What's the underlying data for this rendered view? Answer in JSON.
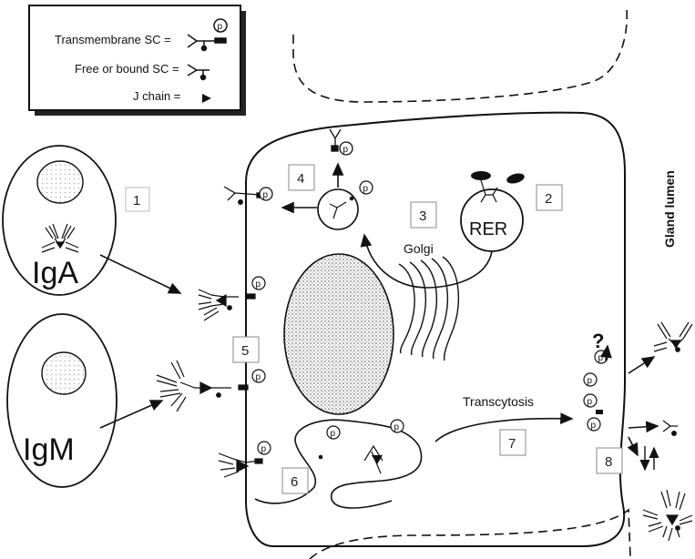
{
  "legend": {
    "transmembrane_sc": "Transmembrane SC =",
    "free_or_bound_sc": "Free or bound SC =",
    "j_chain": "J chain ="
  },
  "cells": {
    "iga": "IgA",
    "igm": "IgM"
  },
  "organelles": {
    "rer": "RER",
    "golgi": "Golgi"
  },
  "labels": {
    "gland_lumen": "Gland lumen",
    "transcytosis": "Transcytosis",
    "question_mark": "?",
    "phospho": "p"
  },
  "steps": [
    "1",
    "2",
    "3",
    "4",
    "5",
    "6",
    "7",
    "8"
  ]
}
